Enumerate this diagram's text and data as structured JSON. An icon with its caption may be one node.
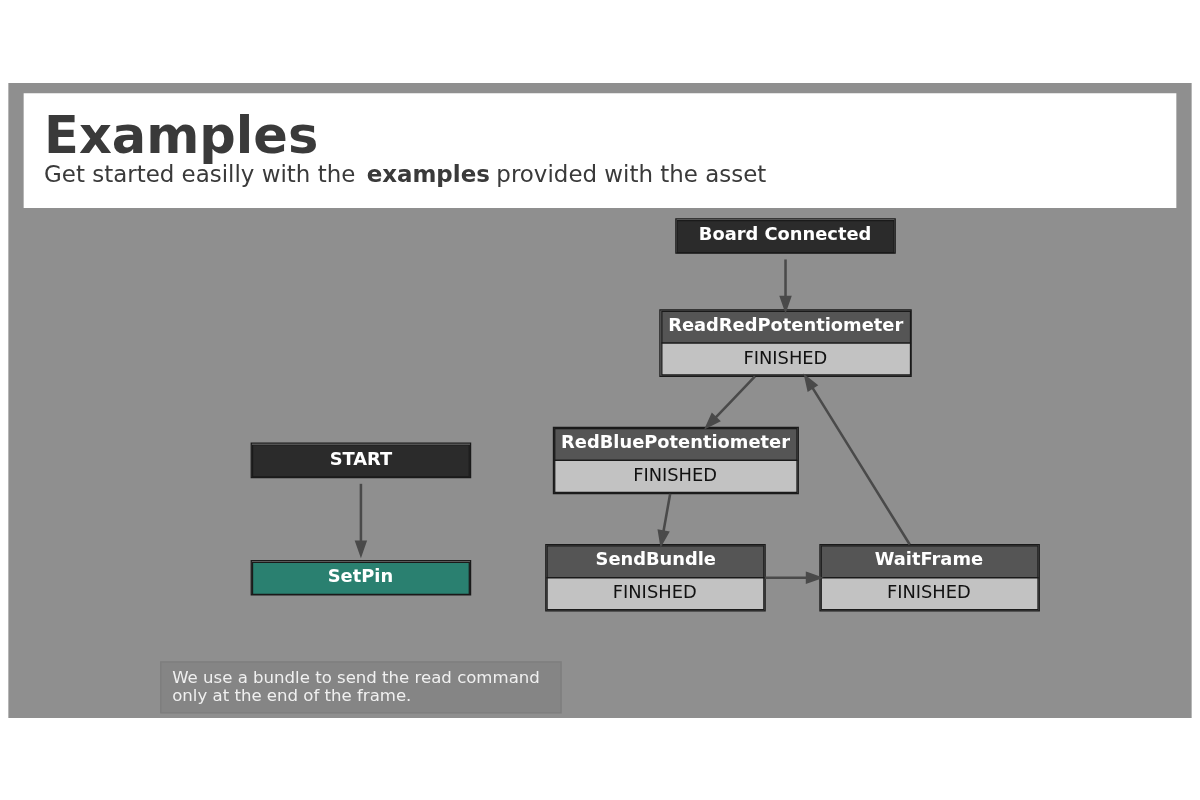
{
  "diagram": {
    "title": "Examples",
    "caption": "Get started easilly with the **examples** provided with the asset",
    "nodes": [
      {
        "text": [
          "START"
        ]
      },
      {
        "text": [
          "Board Connected"
        ]
      },
      {
        "text": [
          "SetPin"
        ]
      },
      {
        "text": [
          "ReadRedPotentiometer",
          "FINISHED"
        ]
      },
      {
        "text": [
          "RedBluePotentiometer",
          "FINISHED"
        ]
      },
      {
        "text": [
          "WaitFrame",
          "FINISHED"
        ]
      },
      {
        "text": [
          "SendBundle",
          "FINISHED"
        ]
      },
      {
        "text": [
          "We use a bundle to send the read command only at the end of the frame."
        ]
      }
    ],
    "edges": [
      {
        "from": 0,
        "to": 2,
        "arrow": "to"
      },
      {
        "from": 1,
        "to": 3,
        "arrow": "to"
      },
      {
        "from": 3,
        "to": 4,
        "arrow": "to"
      },
      {
        "from": 4,
        "to": 6,
        "arrow": "to"
      },
      {
        "from": 6,
        "to": 5,
        "arrow": "to"
      },
      {
        "from": 5,
        "to": 3,
        "arrow": "to"
      }
    ]
  }
}
